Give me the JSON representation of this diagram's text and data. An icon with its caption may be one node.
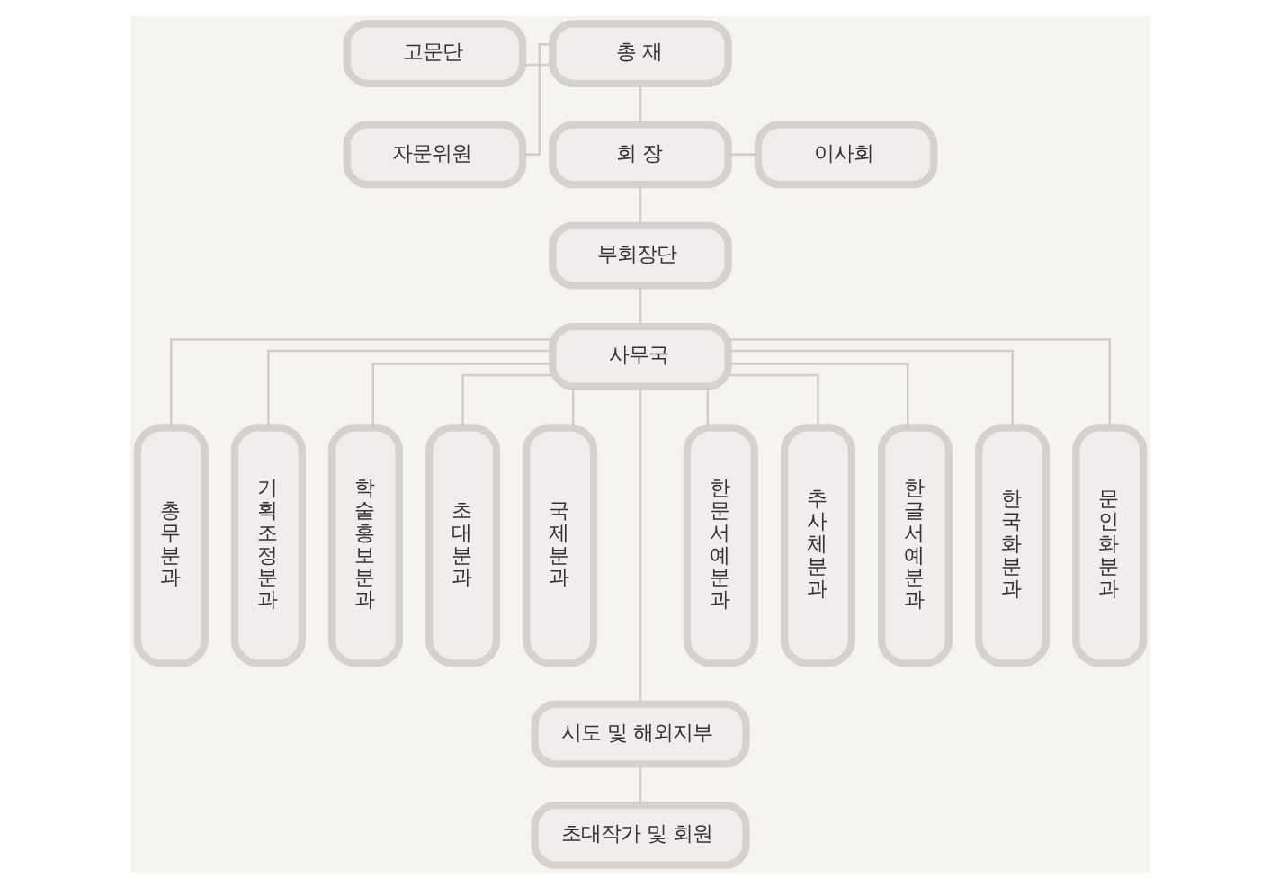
{
  "diagram": {
    "nodes": [
      {
        "text": [
          "고문단"
        ]
      },
      {
        "text": [
          "총 재"
        ]
      },
      {
        "text": [
          "자문위원"
        ]
      },
      {
        "text": [
          "회 장"
        ]
      },
      {
        "text": [
          "이사회"
        ]
      },
      {
        "text": [
          "부회장단"
        ]
      },
      {
        "text": [
          "사무국"
        ]
      },
      {
        "text": [
          "총무분과"
        ]
      },
      {
        "text": [
          "기획조정분과"
        ]
      },
      {
        "text": [
          "학술홍보분과"
        ]
      },
      {
        "text": [
          "초대분과"
        ]
      },
      {
        "text": [
          "국제분과"
        ]
      },
      {
        "text": [
          "한문서예분과"
        ]
      },
      {
        "text": [
          "추사체분과"
        ]
      },
      {
        "text": [
          "한글서예분과"
        ]
      },
      {
        "text": [
          "한국화분과"
        ]
      },
      {
        "text": [
          "문인화분과"
        ]
      },
      {
        "text": [
          "시도 및 해외지부"
        ]
      },
      {
        "text": [
          "초대작가 및 회원"
        ]
      }
    ],
    "edges": [
      {
        "from": 0,
        "to": 1,
        "arrow": "none"
      },
      {
        "from": 2,
        "to": 1,
        "arrow": "none"
      },
      {
        "from": 1,
        "to": 3,
        "arrow": "none"
      },
      {
        "from": 3,
        "to": 4,
        "arrow": "none"
      },
      {
        "from": 3,
        "to": 5,
        "arrow": "none"
      },
      {
        "from": 5,
        "to": 6,
        "arrow": "none"
      },
      {
        "from": 6,
        "to": 7,
        "arrow": "none"
      },
      {
        "from": 6,
        "to": 8,
        "arrow": "none"
      },
      {
        "from": 6,
        "to": 9,
        "arrow": "none"
      },
      {
        "from": 6,
        "to": 10,
        "arrow": "none"
      },
      {
        "from": 6,
        "to": 11,
        "arrow": "none"
      },
      {
        "from": 6,
        "to": 17,
        "arrow": "none"
      },
      {
        "from": 6,
        "to": 12,
        "arrow": "none"
      },
      {
        "from": 6,
        "to": 13,
        "arrow": "none"
      },
      {
        "from": 6,
        "to": 14,
        "arrow": "none"
      },
      {
        "from": 6,
        "to": 15,
        "arrow": "none"
      },
      {
        "from": 6,
        "to": 16,
        "arrow": "none"
      },
      {
        "from": 17,
        "to": 18,
        "arrow": "none"
      }
    ]
  }
}
